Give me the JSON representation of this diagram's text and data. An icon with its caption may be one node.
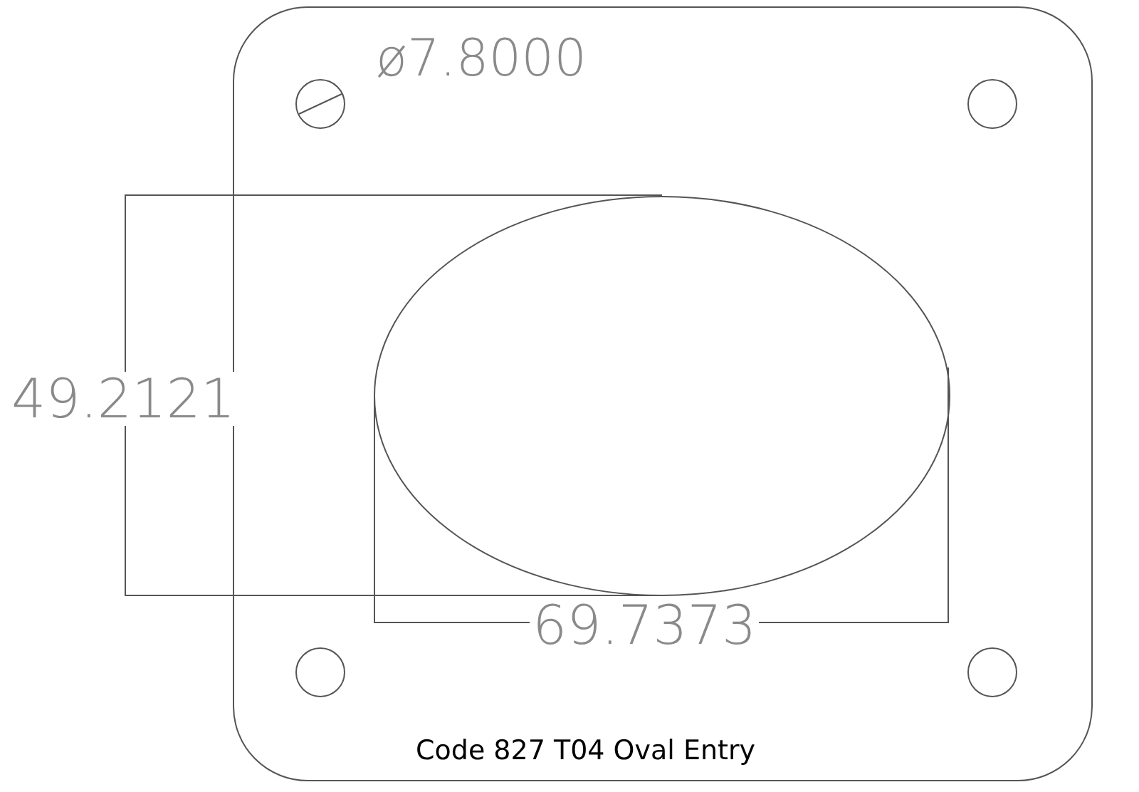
{
  "diagram": {
    "caption": "Code 827 T04 Oval Entry",
    "labels": [
      "ø7.8000",
      "49.2121",
      "69.7373"
    ]
  }
}
